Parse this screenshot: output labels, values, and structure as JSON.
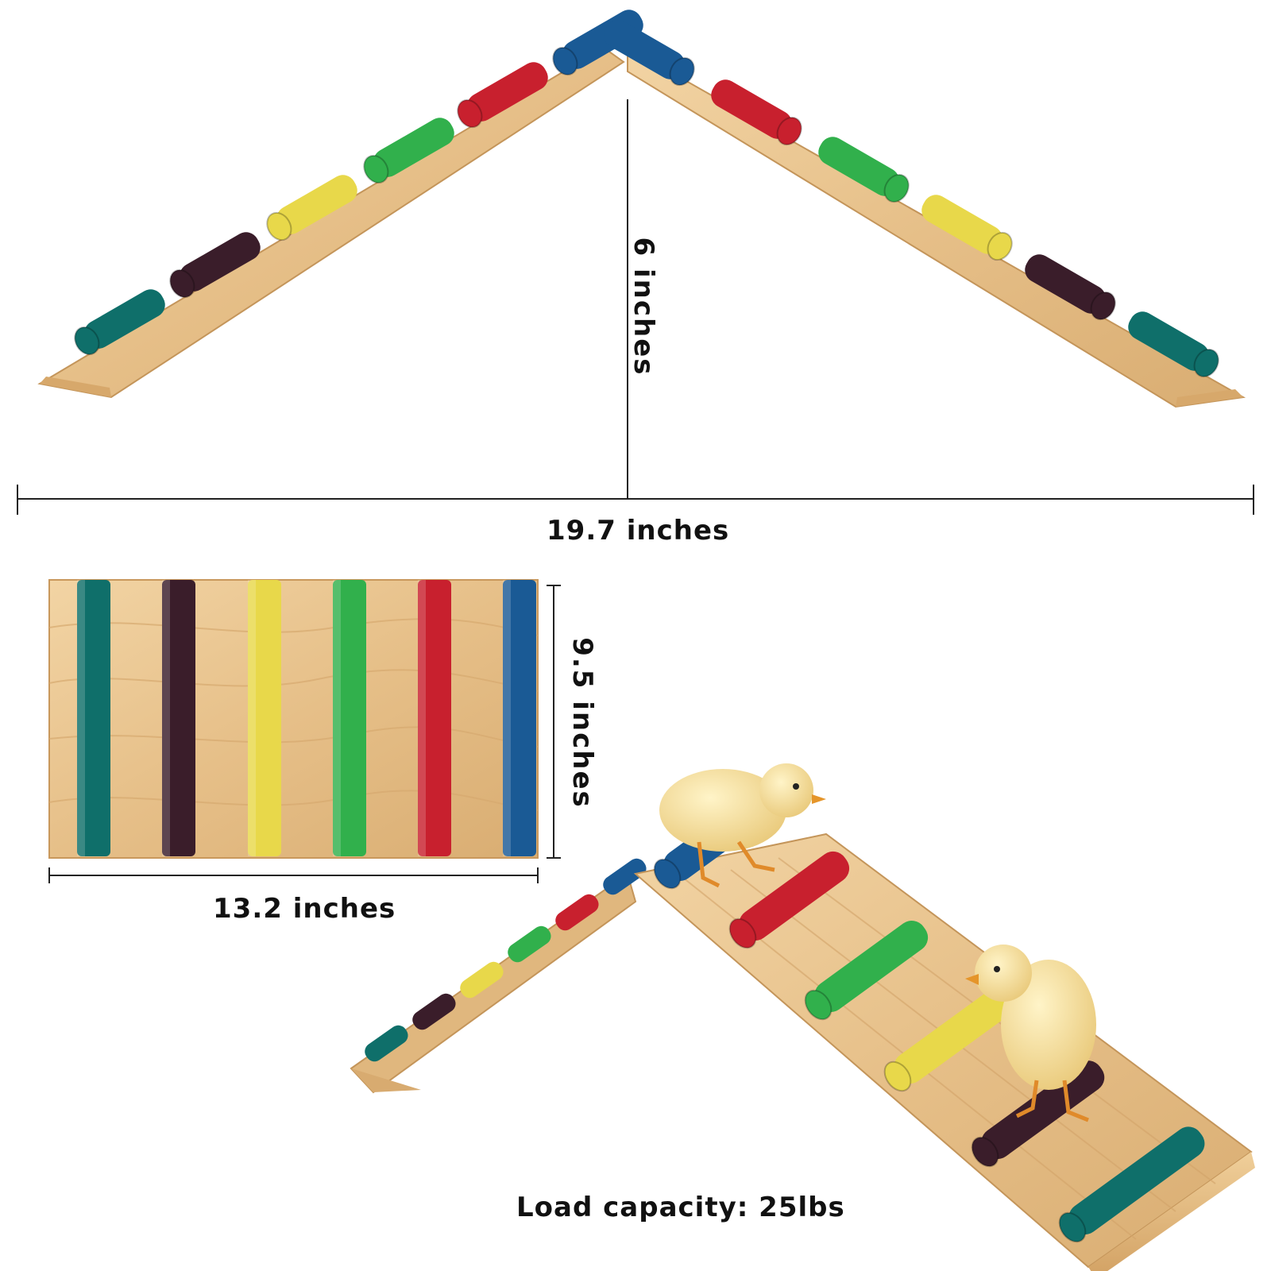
{
  "labels": {
    "width": "19.7 inches",
    "height": "6 inches",
    "board_height": "9.5 inches",
    "board_width": "13.2 inches",
    "load": "Load capacity: 25lbs"
  },
  "colors": {
    "wood": "#e9c48f",
    "wood_dark": "#c99a5e",
    "rungs": [
      "#0f6f6a",
      "#3a1d2a",
      "#e8d84a",
      "#31b04c",
      "#c8202e",
      "#1a5a95"
    ],
    "chick": "#f6e3a6"
  }
}
